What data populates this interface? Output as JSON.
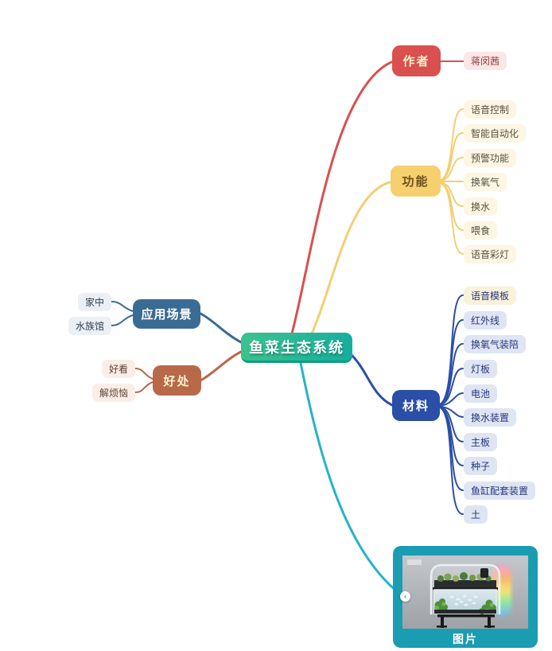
{
  "root": {
    "label": "鱼菜生态系统"
  },
  "colors": {
    "root_gradient_start": "#3cc38e",
    "root_gradient_end": "#16ad9e",
    "author": "#d9504f",
    "author_child_bg": "#fbe7e6",
    "features": "#f6cf6e",
    "features_child_bg": "#fdf6e3",
    "scenes": "#3a6b94",
    "scenes_child_bg": "#eaf0f6",
    "benefits": "#b7694a",
    "benefits_child_bg": "#faeee7",
    "materials": "#2b4fa6",
    "materials_child_bg": "#dfe5f3",
    "materials_child_alt_bg": "#faf1da",
    "image_card": "#1a9cb2"
  },
  "branches": {
    "author": {
      "label": "作者",
      "children": [
        "蒋闵茜"
      ]
    },
    "features": {
      "label": "功能",
      "children": [
        "语音控制",
        "智能自动化",
        "预警功能",
        "换氧气",
        "换水",
        "喂食",
        "语音彩灯"
      ]
    },
    "scenes": {
      "label": "应用场景",
      "children": [
        "家中",
        "水族馆"
      ]
    },
    "benefits": {
      "label": "好处",
      "children": [
        "好看",
        "解烦恼"
      ]
    },
    "materials": {
      "label": "材料",
      "children": [
        "语音模板",
        "红外线",
        "换氧气装陪",
        "灯板",
        "电池",
        "换水装置",
        "主板",
        "种子",
        "鱼缸配套装置",
        "土"
      ]
    },
    "image": {
      "label": "图片"
    }
  }
}
